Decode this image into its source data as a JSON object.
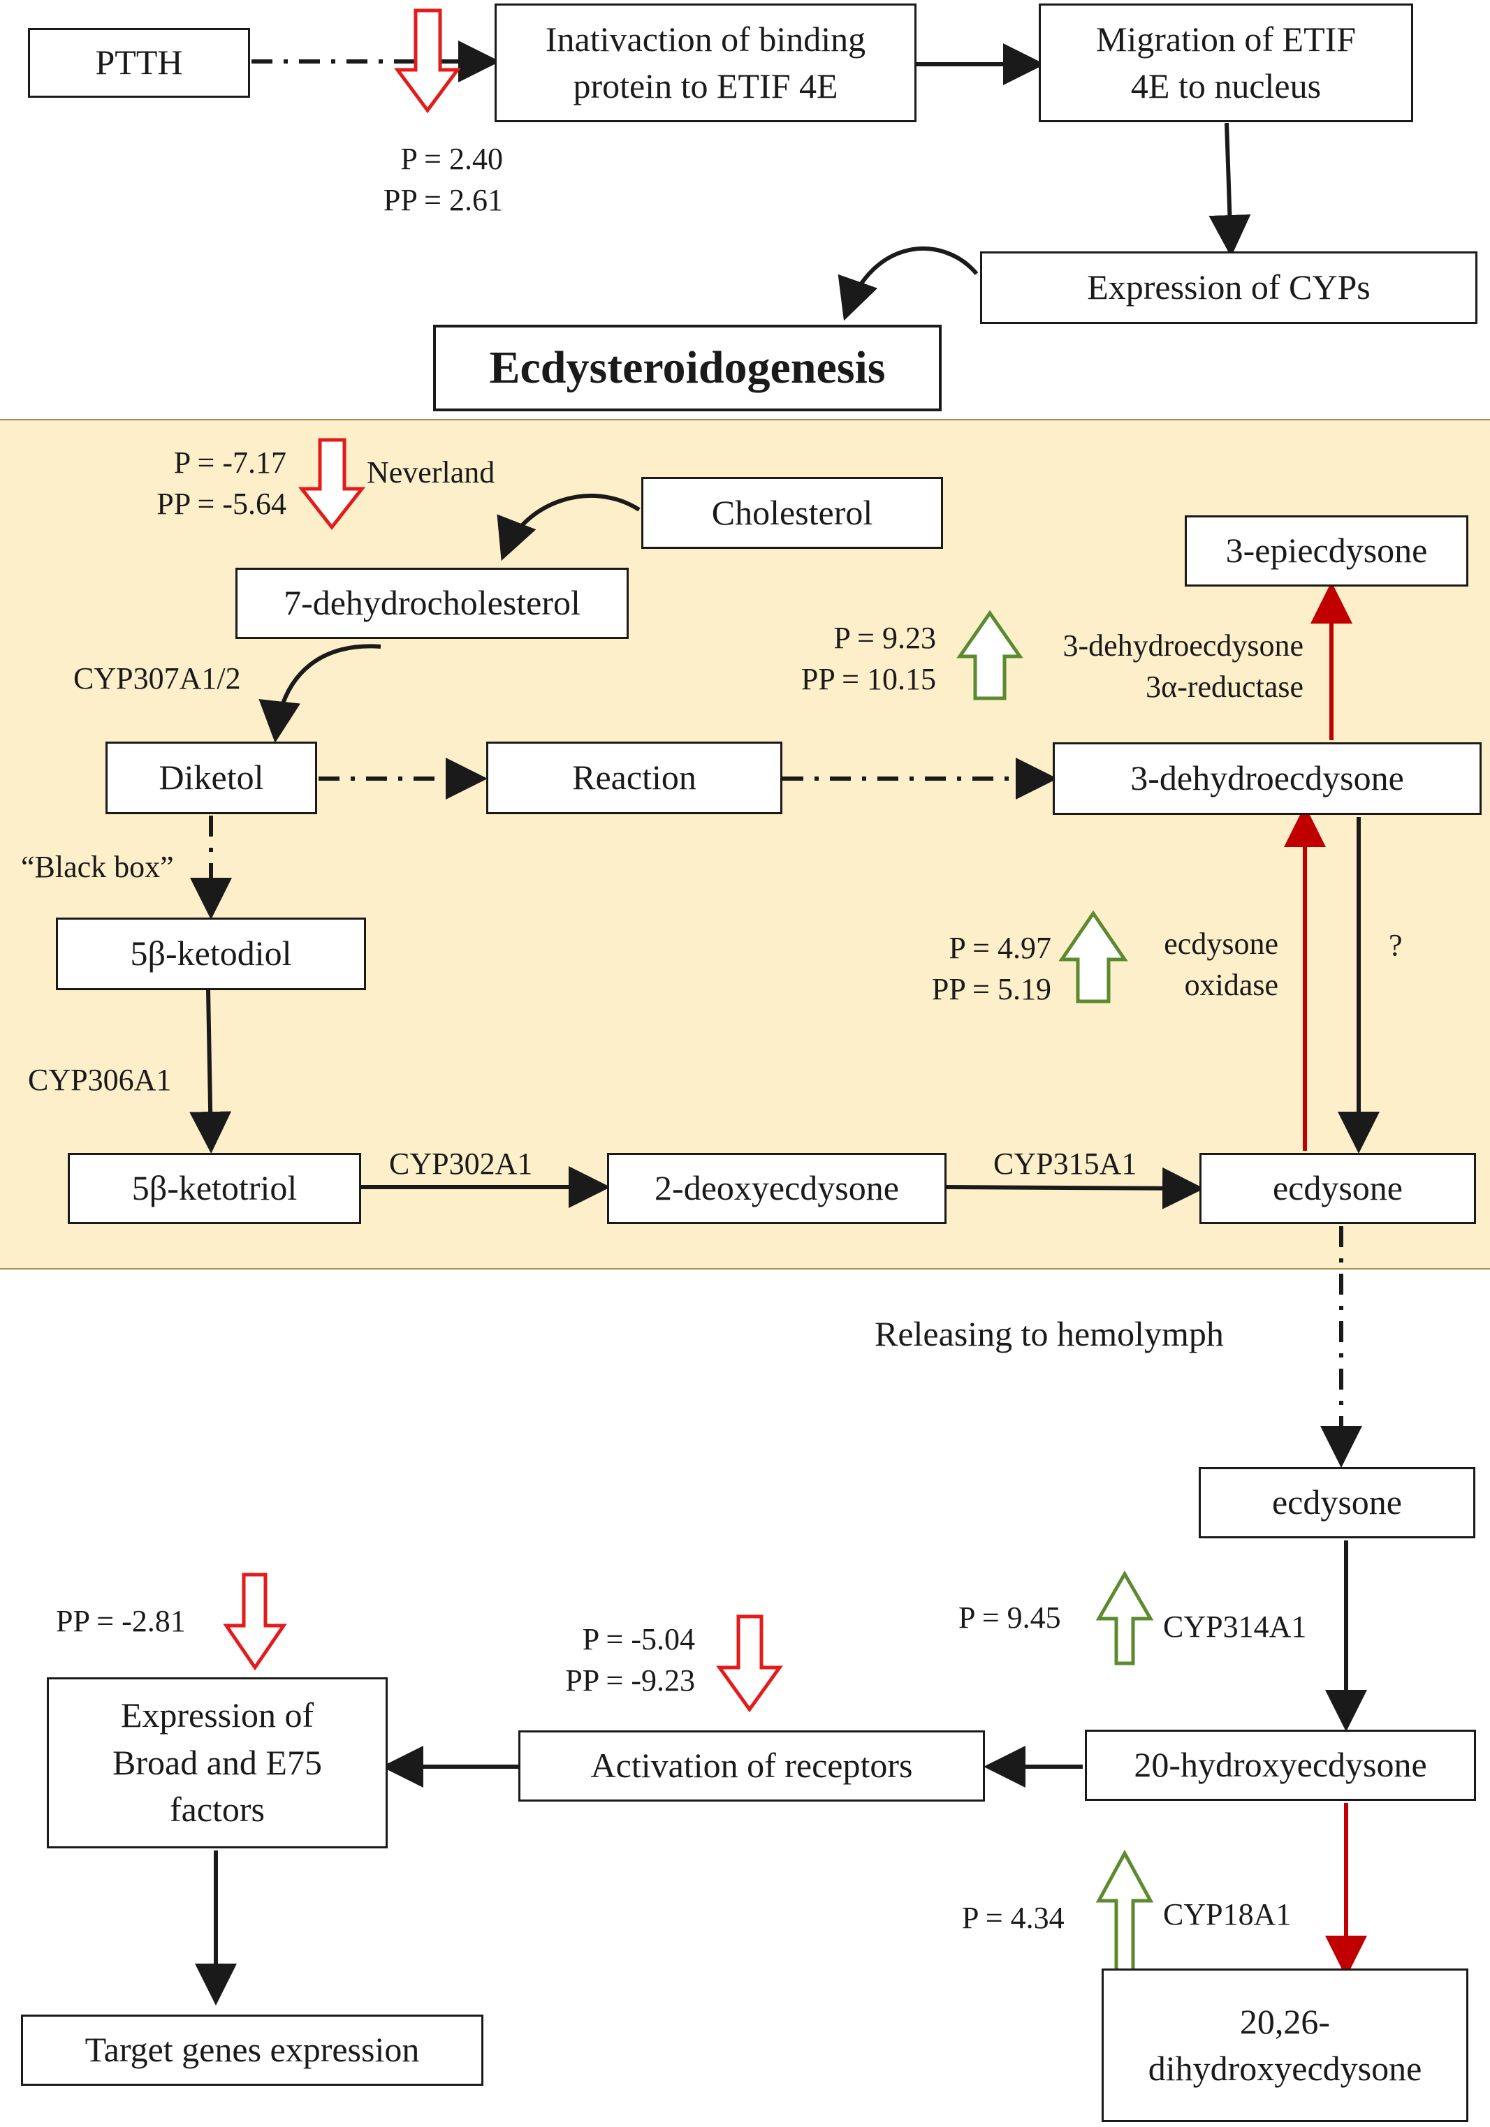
{
  "colors": {
    "background_band": "#fdefc9",
    "down_arrow": "#e31b1b",
    "up_arrow": "#5b8a2f",
    "red_line": "#c00000",
    "black_line": "#1a1a1a"
  },
  "title": "Ecdysteroidogenesis",
  "top": {
    "ptth": "PTTH",
    "inactivation": "Inativaction of binding\nprotein to ETIF 4E",
    "migration": "Migration of ETIF\n4E to nucleus",
    "expression_cyps": "Expression of CYPs",
    "ptth_stats": "P = 2.40\nPP = 2.61"
  },
  "pathway": {
    "cholesterol": "Cholesterol",
    "dehydrocholesterol": "7-dehydrocholesterol",
    "diketol": "Diketol",
    "reaction": "Reaction",
    "dehydroecdysone": "3-dehydroecdysone",
    "epiecdysone": "3-epiecdysone",
    "ketodiol": "5β-ketodiol",
    "ketotriol": "5β-ketotriol",
    "deoxyecdysone": "2-deoxyecdysone",
    "ecdysone": "ecdysone",
    "neverland_stats": "P = -7.17\nPP = -5.64",
    "neverland": "Neverland",
    "cyp307": "CYP307A1/2",
    "black_box": "“Black box”",
    "cyp306": "CYP306A1",
    "cyp302": "CYP302A1",
    "cyp315": "CYP315A1",
    "reductase_stats": "P = 9.23\nPP = 10.15",
    "reductase": "3-dehydroecdysone\n3α-reductase",
    "oxidase_stats": "P = 4.97\nPP = 5.19",
    "oxidase": "ecdysone\noxidase",
    "question": "?"
  },
  "bottom": {
    "releasing": "Releasing to hemolymph",
    "ecdysone": "ecdysone",
    "cyp314_stats": "P = 9.45",
    "cyp314": "CYP314A1",
    "hydroxyecdysone": "20-hydroxyecdysone",
    "activation": "Activation of receptors",
    "activation_stats": "P = -5.04\nPP = -9.23",
    "broad": "Expression of\nBroad and E75\nfactors",
    "broad_stats": "PP = -2.81",
    "target": "Target genes expression",
    "cyp18_stats": "P = 4.34",
    "cyp18": "CYP18A1",
    "dihydroxy": "20,26-\ndihydroxyecdysone"
  }
}
